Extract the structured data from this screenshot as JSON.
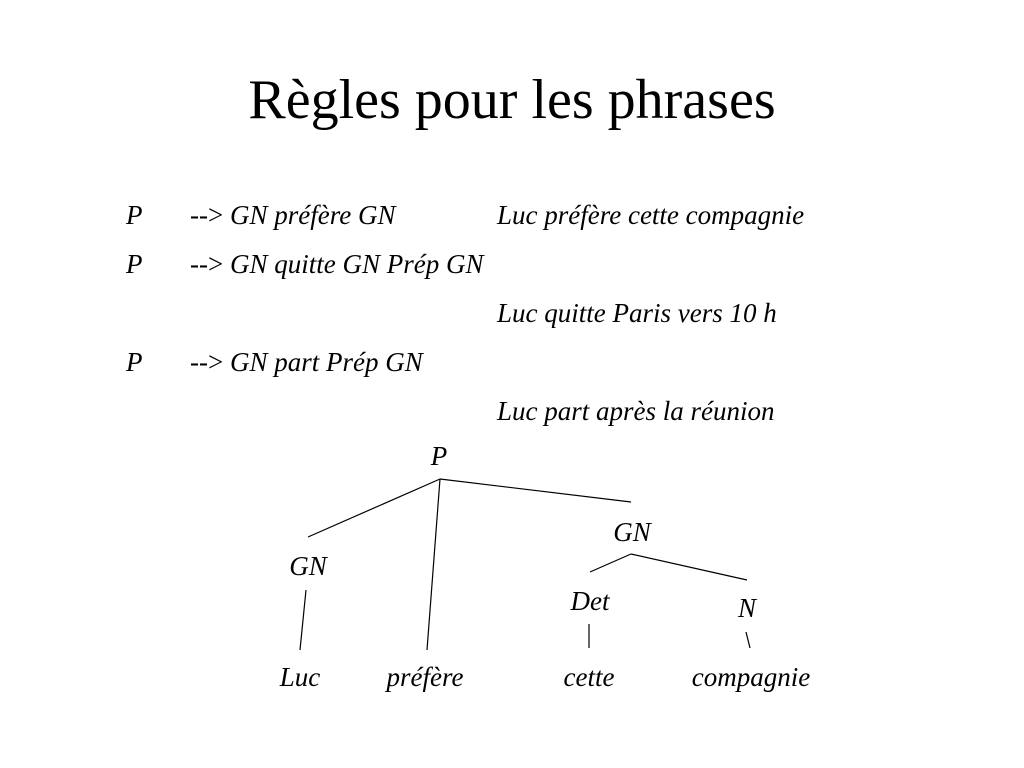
{
  "slide": {
    "title": "Règles pour les phrases"
  },
  "rules": [
    {
      "symbol": "P",
      "arrow": "-->",
      "expansion": "GN préfère GN",
      "example": "Luc préfère cette compagnie"
    },
    {
      "symbol": "P",
      "arrow": "-->",
      "expansion": "GN quitte GN Prép GN",
      "example": "Luc quitte Paris vers 10 h"
    },
    {
      "symbol": "P",
      "arrow": "-->",
      "expansion": "GN part Prép GN",
      "example": "Luc part après la réunion"
    }
  ],
  "tree": {
    "nodes": {
      "root": "P",
      "gn_left": "GN",
      "gn_right": "GN",
      "det": "Det",
      "n": "N"
    },
    "leaves": {
      "luc": "Luc",
      "prefere": "préfère",
      "cette": "cette",
      "compagnie": "compagnie"
    }
  }
}
